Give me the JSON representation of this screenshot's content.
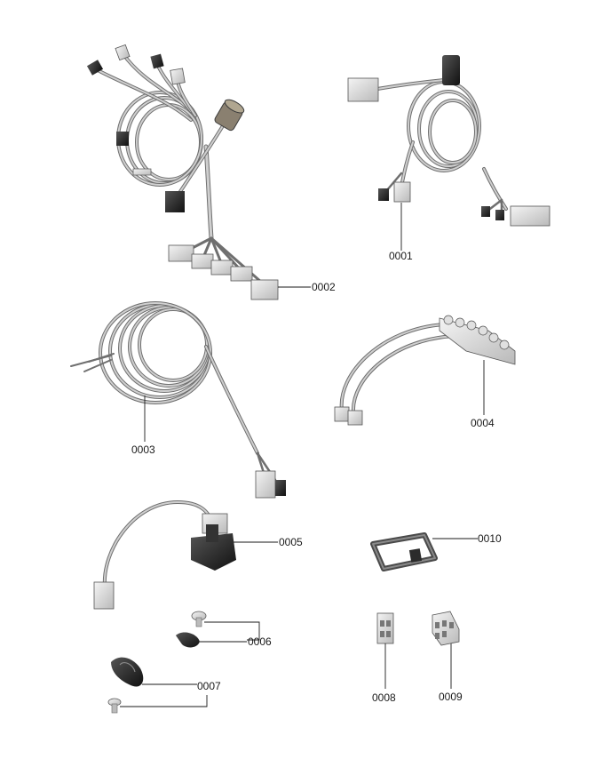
{
  "parts": [
    {
      "key": "p0001",
      "number": "0001"
    },
    {
      "key": "p0002",
      "number": "0002"
    },
    {
      "key": "p0003",
      "number": "0003"
    },
    {
      "key": "p0004",
      "number": "0004"
    },
    {
      "key": "p0005",
      "number": "0005"
    },
    {
      "key": "p0006",
      "number": "0006"
    },
    {
      "key": "p0007",
      "number": "0007"
    },
    {
      "key": "p0008",
      "number": "0008"
    },
    {
      "key": "p0009",
      "number": "0009"
    },
    {
      "key": "p0010",
      "number": "0010"
    }
  ],
  "colors": {
    "cable_outline": "#6f6f6f",
    "cable_fill": "#cfcfcf",
    "connector_light": "#e6e6e6",
    "connector_dark": "#2b2b2b",
    "leader": "#1a1a1a"
  }
}
